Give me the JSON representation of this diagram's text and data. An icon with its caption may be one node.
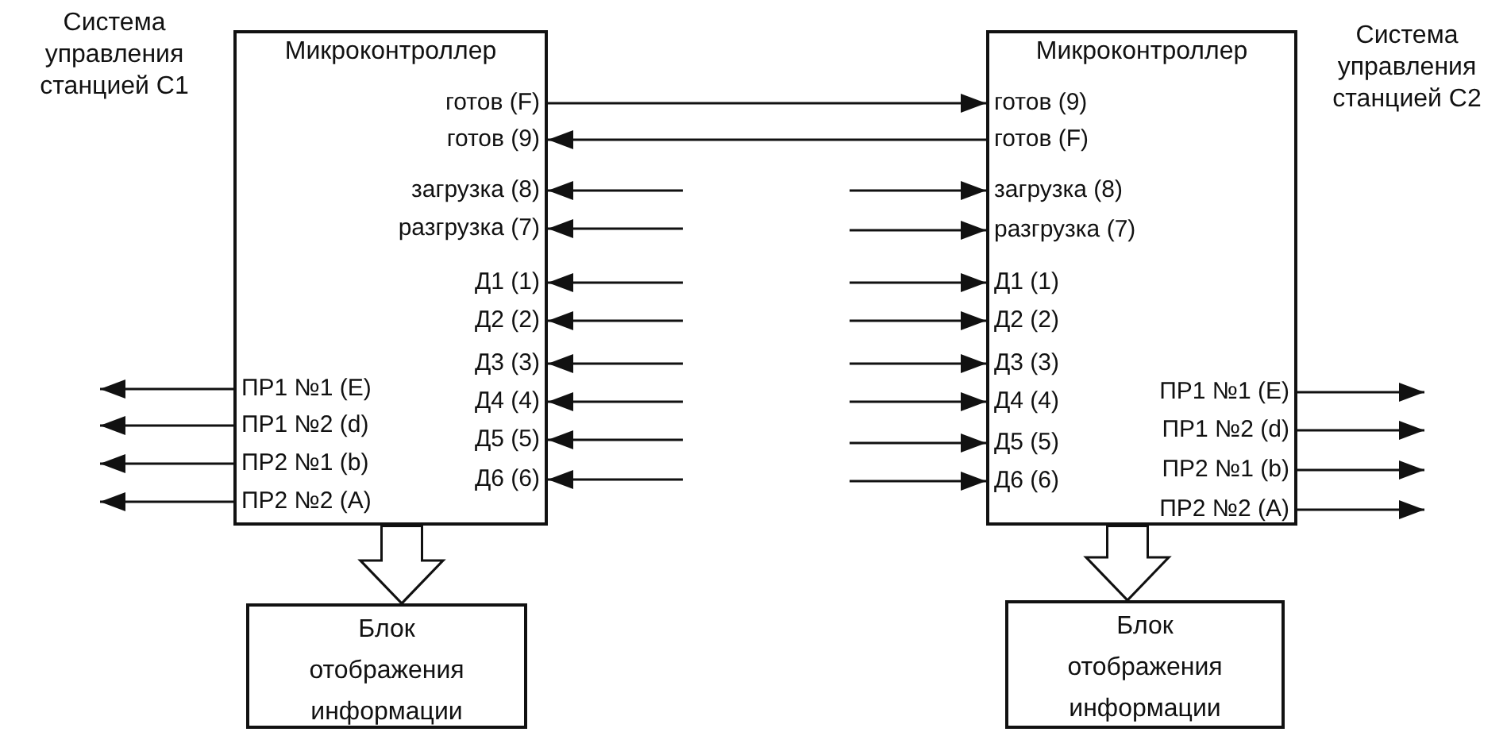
{
  "diagram": {
    "nodes": [
      {
        "text": [
          "Система управления станцией С1",
          "Микроконтроллер"
        ]
      },
      {
        "text": [
          "готов (F)"
        ],
        "in": 0
      },
      {
        "text": [
          "готов (9)"
        ],
        "in": 0
      },
      {
        "text": [
          "загрузка (8)"
        ],
        "in": 0
      },
      {
        "text": [
          "разгрузка (7)"
        ],
        "in": 0
      },
      {
        "text": [
          "Д1 (1)"
        ],
        "in": 0
      },
      {
        "text": [
          "Д2 (2)"
        ],
        "in": 0
      },
      {
        "text": [
          "Д3 (3)"
        ],
        "in": 0
      },
      {
        "text": [
          "Д4 (4)"
        ],
        "in": 0
      },
      {
        "text": [
          "Д5 (5)"
        ],
        "in": 0
      },
      {
        "text": [
          "Д6 (6)"
        ],
        "in": 0
      },
      {
        "text": [
          "ПР1 №1 (E)"
        ],
        "in": 0
      },
      {
        "text": [
          "ПР1 №2 (d)"
        ],
        "in": 0
      },
      {
        "text": [
          "ПР2 №1 (b)"
        ],
        "in": 0
      },
      {
        "text": [
          "ПР2 №2 (A)"
        ],
        "in": 0
      },
      {
        "text": [
          "Блок отображения информации"
        ]
      },
      {
        "text": [
          "Микроконтроллер",
          "Система управления станцией С2"
        ]
      },
      {
        "text": [
          "готов (9)"
        ],
        "in": 16
      },
      {
        "text": [
          "готов (F)"
        ],
        "in": 16
      },
      {
        "text": [
          "загрузка (8)"
        ],
        "in": 16
      },
      {
        "text": [
          "разгрузка (7)"
        ],
        "in": 16
      },
      {
        "text": [
          "Д1 (1)"
        ],
        "in": 16
      },
      {
        "text": [
          "Д2 (2)"
        ],
        "in": 16
      },
      {
        "text": [
          "Д3 (3)"
        ],
        "in": 16
      },
      {
        "text": [
          "Д4 (4)"
        ],
        "in": 16
      },
      {
        "text": [
          "Д5 (5)"
        ],
        "in": 16
      },
      {
        "text": [
          "Д6 (6)"
        ],
        "in": 16
      },
      {
        "text": [
          "ПР1 №1 (E)"
        ],
        "in": 16
      },
      {
        "text": [
          "ПР1 №2 (d)"
        ],
        "in": 16
      },
      {
        "text": [
          "ПР2 №1 (b)"
        ],
        "in": 16
      },
      {
        "text": [
          "ПР2 №2 (A)"
        ],
        "in": 16
      },
      {
        "text": [
          "Блок отображения информации"
        ]
      }
    ],
    "edges": [
      {
        "from": 1,
        "to": 17,
        "arrow": "to"
      },
      {
        "from": 18,
        "to": 2,
        "arrow": "to"
      },
      {
        "from": null,
        "to": 3,
        "arrow": "to"
      },
      {
        "from": null,
        "to": 4,
        "arrow": "to"
      },
      {
        "from": null,
        "to": 5,
        "arrow": "to"
      },
      {
        "from": null,
        "to": 6,
        "arrow": "to"
      },
      {
        "from": null,
        "to": 7,
        "arrow": "to"
      },
      {
        "from": null,
        "to": 8,
        "arrow": "to"
      },
      {
        "from": null,
        "to": 9,
        "arrow": "to"
      },
      {
        "from": null,
        "to": 10,
        "arrow": "to"
      },
      {
        "from": 11,
        "to": null,
        "arrow": "to"
      },
      {
        "from": 12,
        "to": null,
        "arrow": "to"
      },
      {
        "from": 13,
        "to": null,
        "arrow": "to"
      },
      {
        "from": 14,
        "to": null,
        "arrow": "to"
      },
      {
        "from": 0,
        "to": 15,
        "arrow": "to",
        "style": "thick"
      },
      {
        "from": null,
        "to": 19,
        "arrow": "to"
      },
      {
        "from": null,
        "to": 20,
        "arrow": "to"
      },
      {
        "from": null,
        "to": 21,
        "arrow": "to"
      },
      {
        "from": null,
        "to": 22,
        "arrow": "to"
      },
      {
        "from": null,
        "to": 23,
        "arrow": "to"
      },
      {
        "from": null,
        "to": 24,
        "arrow": "to"
      },
      {
        "from": null,
        "to": 25,
        "arrow": "to"
      },
      {
        "from": null,
        "to": 26,
        "arrow": "to"
      },
      {
        "from": 27,
        "to": null,
        "arrow": "to"
      },
      {
        "from": 28,
        "to": null,
        "arrow": "to"
      },
      {
        "from": 29,
        "to": null,
        "arrow": "to"
      },
      {
        "from": 30,
        "to": null,
        "arrow": "to"
      },
      {
        "from": 16,
        "to": 31,
        "arrow": "to",
        "style": "thick"
      }
    ]
  }
}
